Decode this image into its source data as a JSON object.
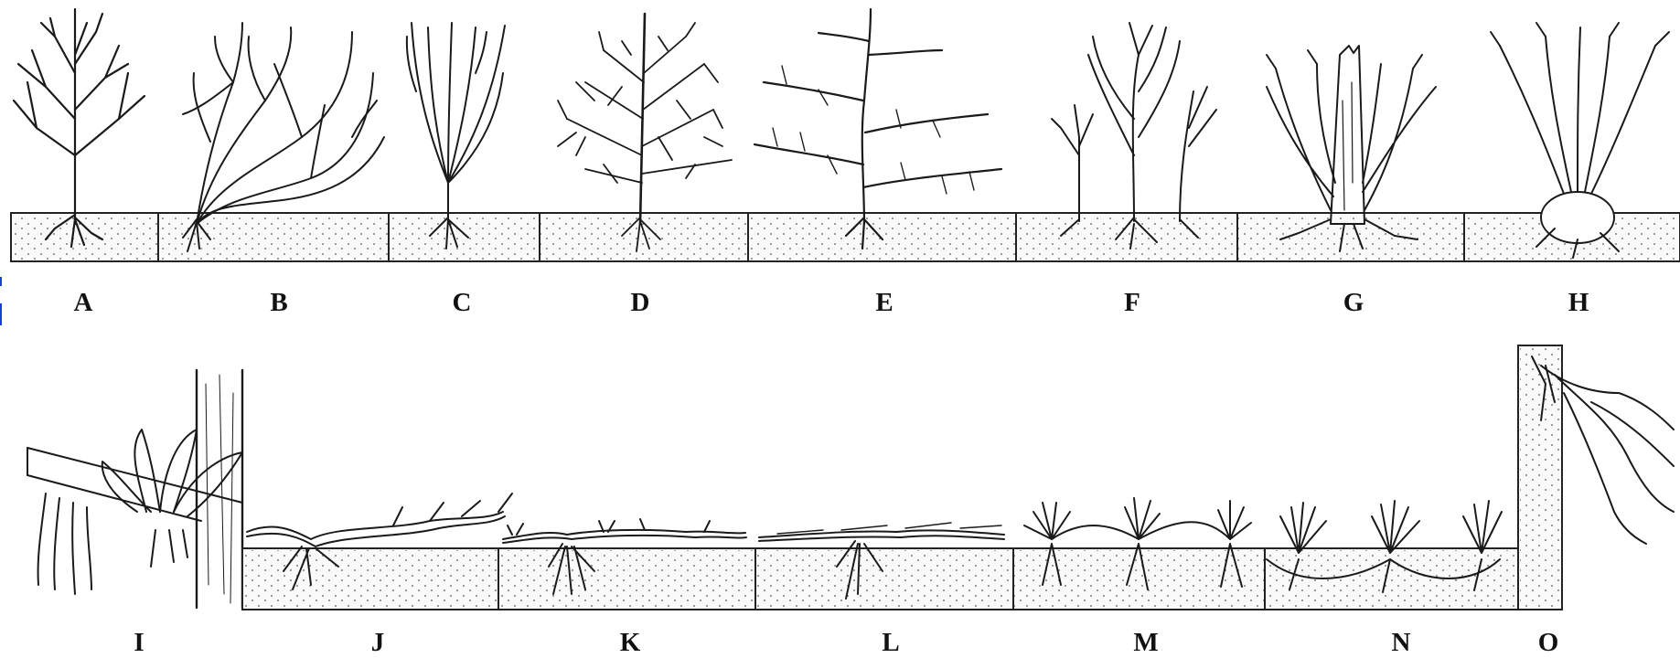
{
  "figure": {
    "panels": [
      {
        "id": "A",
        "label": "A"
      },
      {
        "id": "B",
        "label": "B"
      },
      {
        "id": "C",
        "label": "C"
      },
      {
        "id": "D",
        "label": "D"
      },
      {
        "id": "E",
        "label": "E"
      },
      {
        "id": "F",
        "label": "F"
      },
      {
        "id": "G",
        "label": "G"
      },
      {
        "id": "H",
        "label": "H"
      },
      {
        "id": "I",
        "label": "I"
      },
      {
        "id": "J",
        "label": "J"
      },
      {
        "id": "K",
        "label": "K"
      },
      {
        "id": "L",
        "label": "L"
      },
      {
        "id": "M",
        "label": "M"
      },
      {
        "id": "N",
        "label": "N"
      },
      {
        "id": "O",
        "label": "O"
      }
    ],
    "colors": {
      "ink": "#1a1a1a",
      "soil_fill": "#fafafa",
      "edge_mark": "#1a3fd6"
    }
  }
}
